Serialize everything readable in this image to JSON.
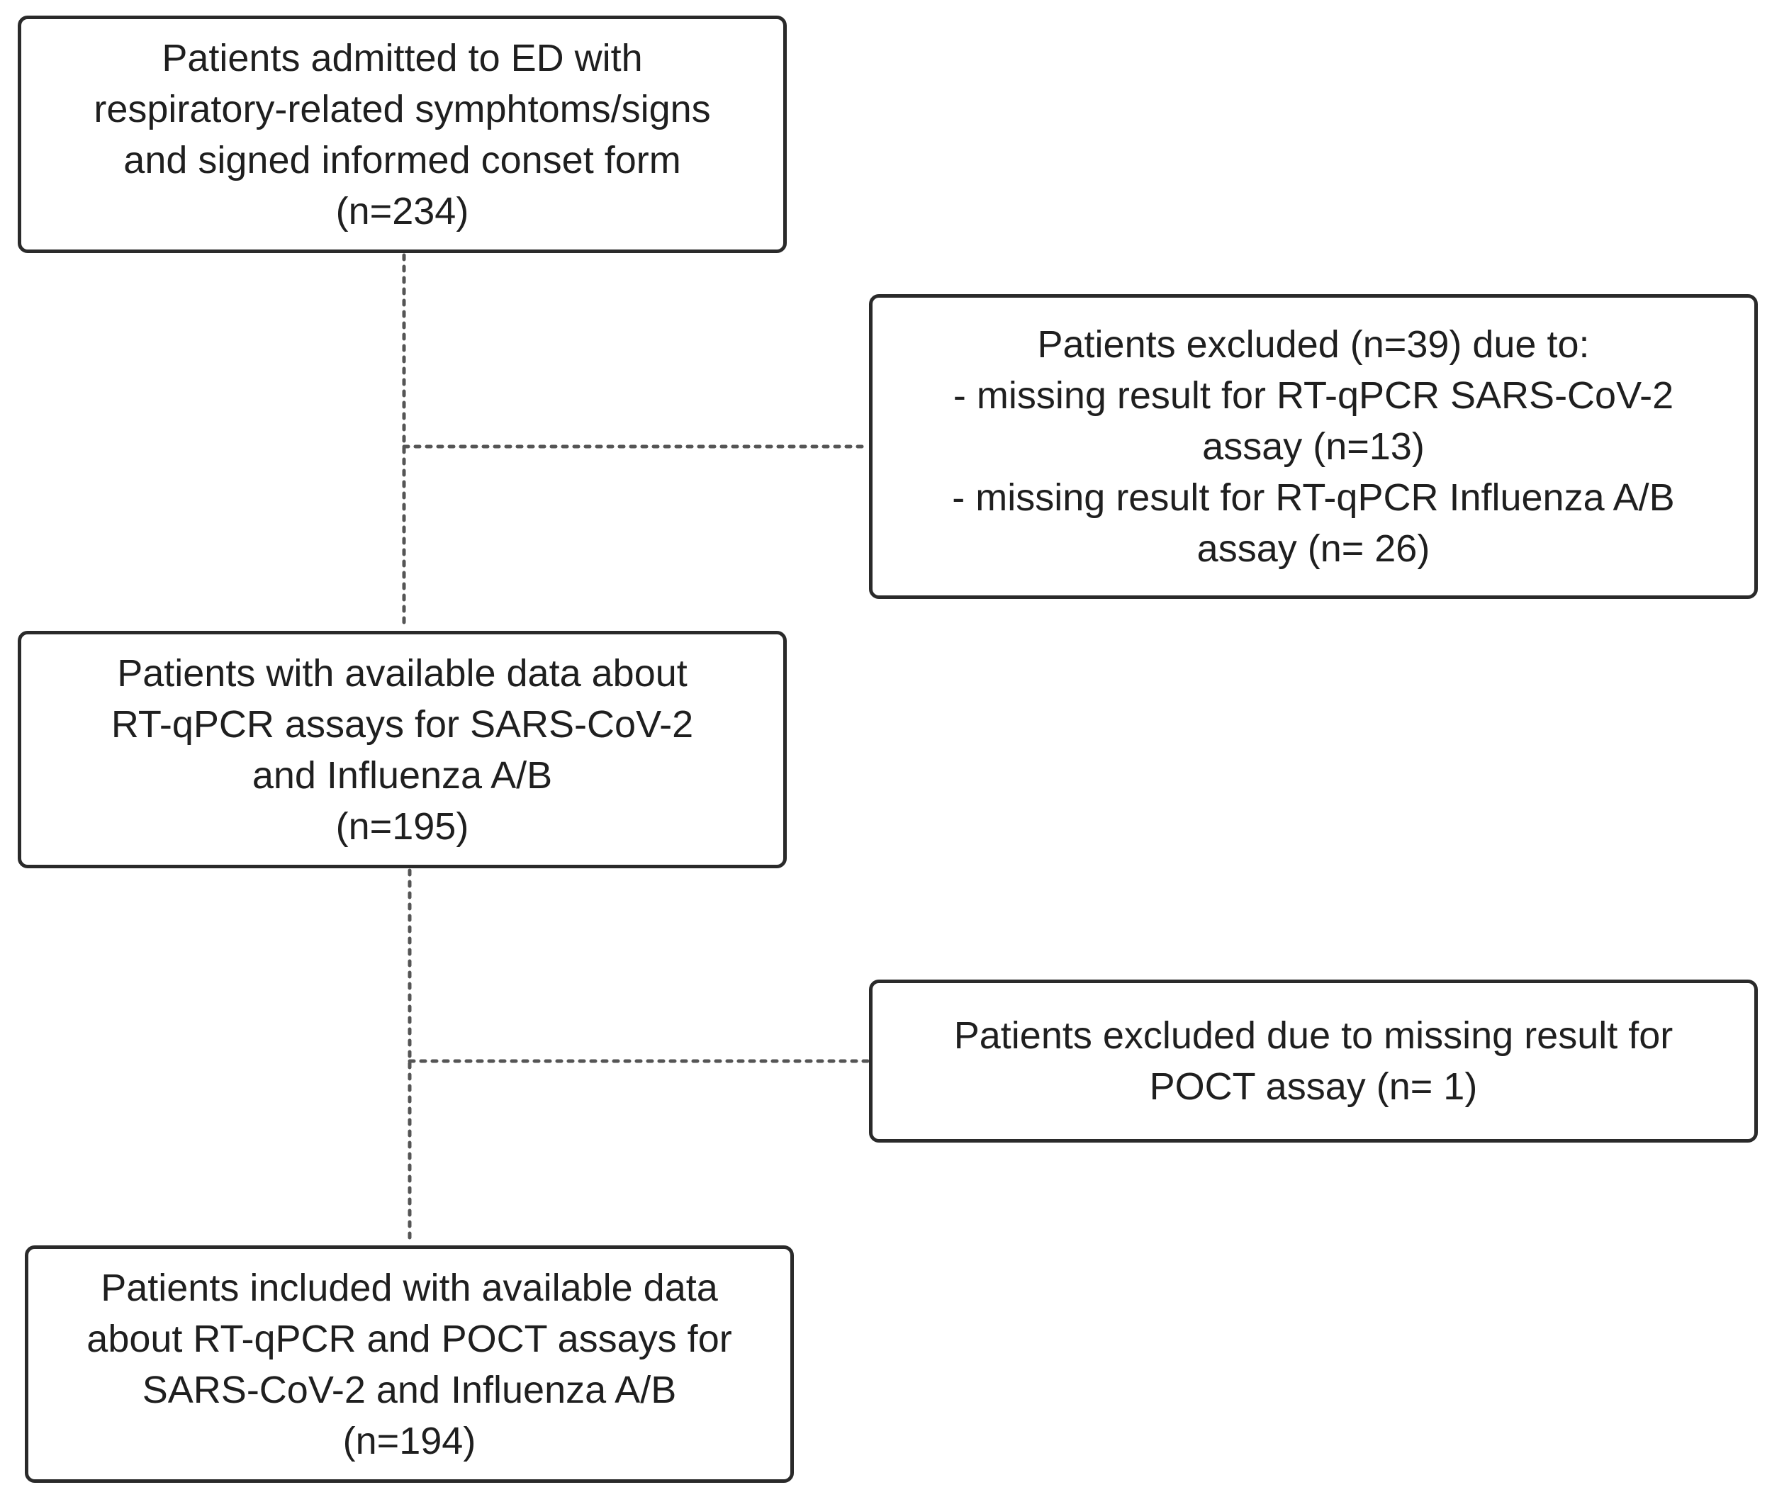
{
  "flowchart": {
    "admitted": {
      "lines": [
        "Patients admitted to ED with",
        "respiratory-related symphtoms/signs",
        "and signed informed conset form",
        "(n=234)"
      ]
    },
    "excluded_first": {
      "lines": [
        "Patients excluded (n=39) due to:",
        "- missing result for RT-qPCR SARS-CoV-2",
        "assay (n=13)",
        "- missing result for RT-qPCR Influenza A/B",
        "assay (n= 26)"
      ]
    },
    "available": {
      "lines": [
        "Patients with available data about",
        "RT-qPCR assays for SARS-CoV-2",
        "and Influenza A/B",
        "(n=195)"
      ]
    },
    "excluded_second": {
      "lines": [
        "Patients excluded due to missing result for",
        "POCT assay (n= 1)"
      ]
    },
    "included": {
      "lines": [
        "Patients included with available data",
        "about RT-qPCR and POCT assays for",
        "SARS-CoV-2 and Influenza A/B",
        "(n=194)"
      ]
    }
  },
  "colors": {
    "border": "#2a2a2a",
    "connector": "#555555",
    "text": "#1f1f1f",
    "background": "#ffffff"
  }
}
